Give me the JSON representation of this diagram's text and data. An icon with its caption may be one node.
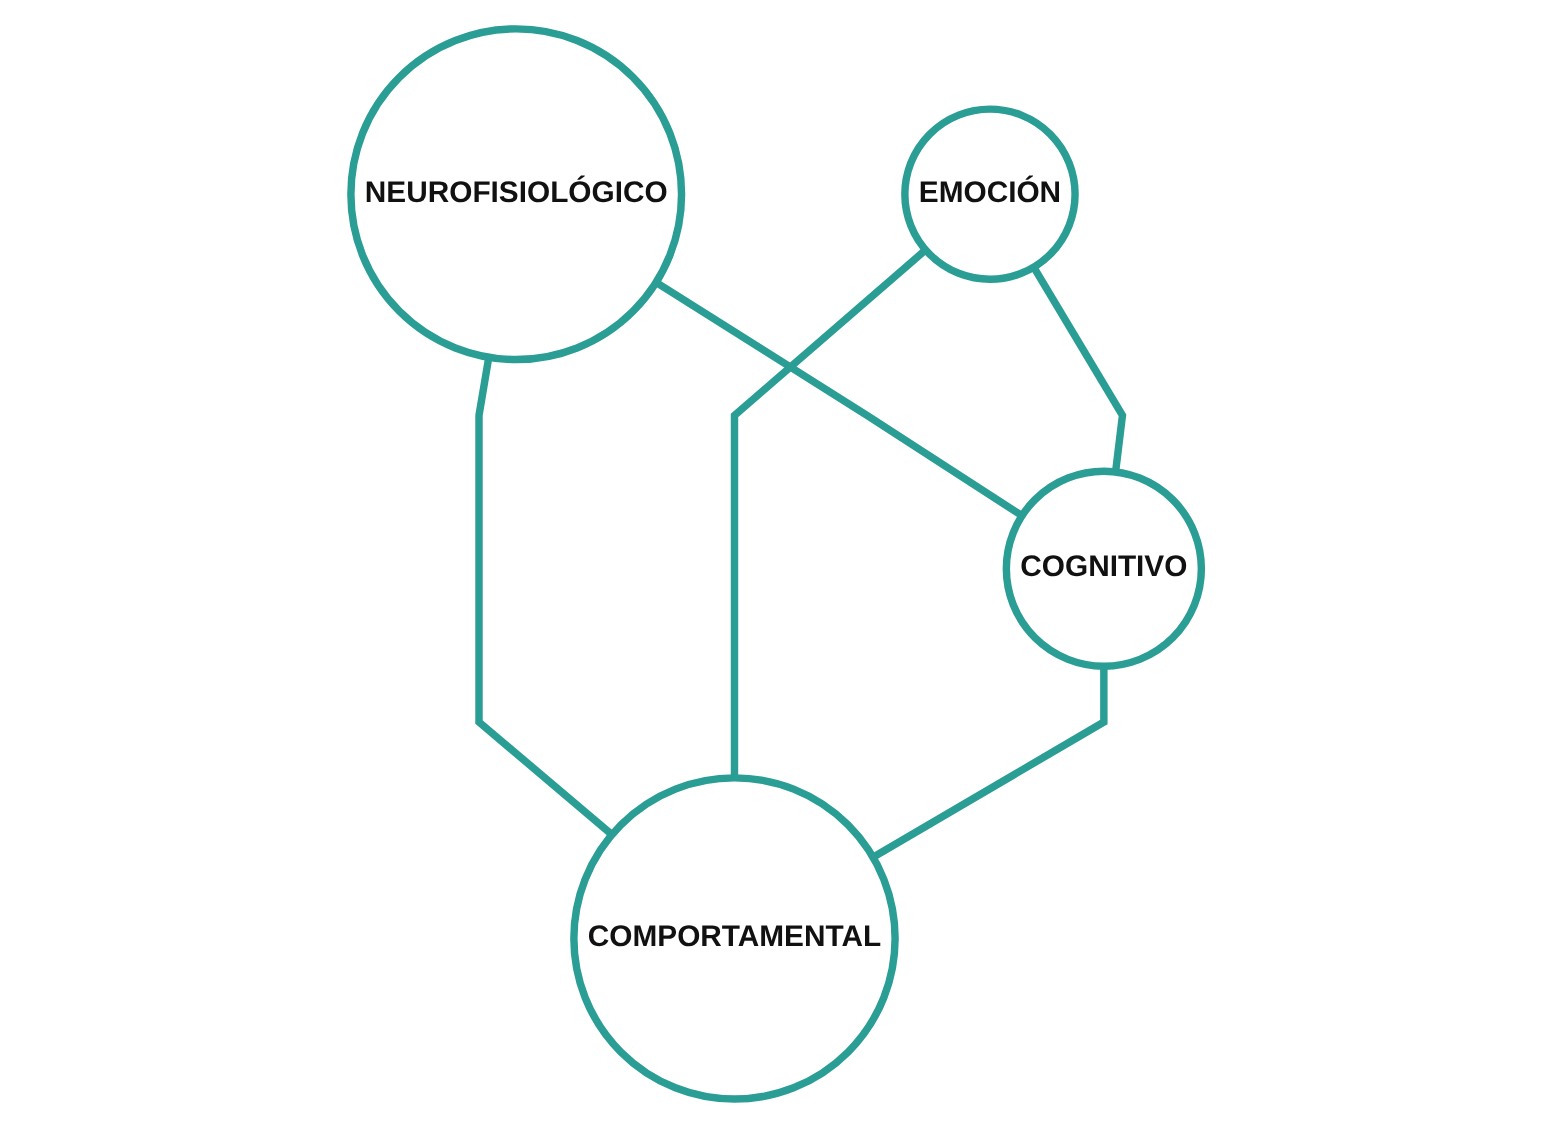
{
  "diagram": {
    "nodes": [
      {
        "text": [
          "NEUROFISIOLÓGICO"
        ]
      },
      {
        "text": [
          "EMOCIÓN"
        ]
      },
      {
        "text": [
          "COGNITIVO"
        ]
      },
      {
        "text": [
          "COMPORTAMENTAL"
        ]
      }
    ],
    "edges": [
      {
        "from": 0,
        "to": 2,
        "arrow": "none"
      },
      {
        "from": 0,
        "to": 3,
        "arrow": "none"
      },
      {
        "from": 1,
        "to": 2,
        "arrow": "none"
      },
      {
        "from": 1,
        "to": 3,
        "arrow": "none"
      },
      {
        "from": 2,
        "to": 3,
        "arrow": "none"
      }
    ]
  }
}
